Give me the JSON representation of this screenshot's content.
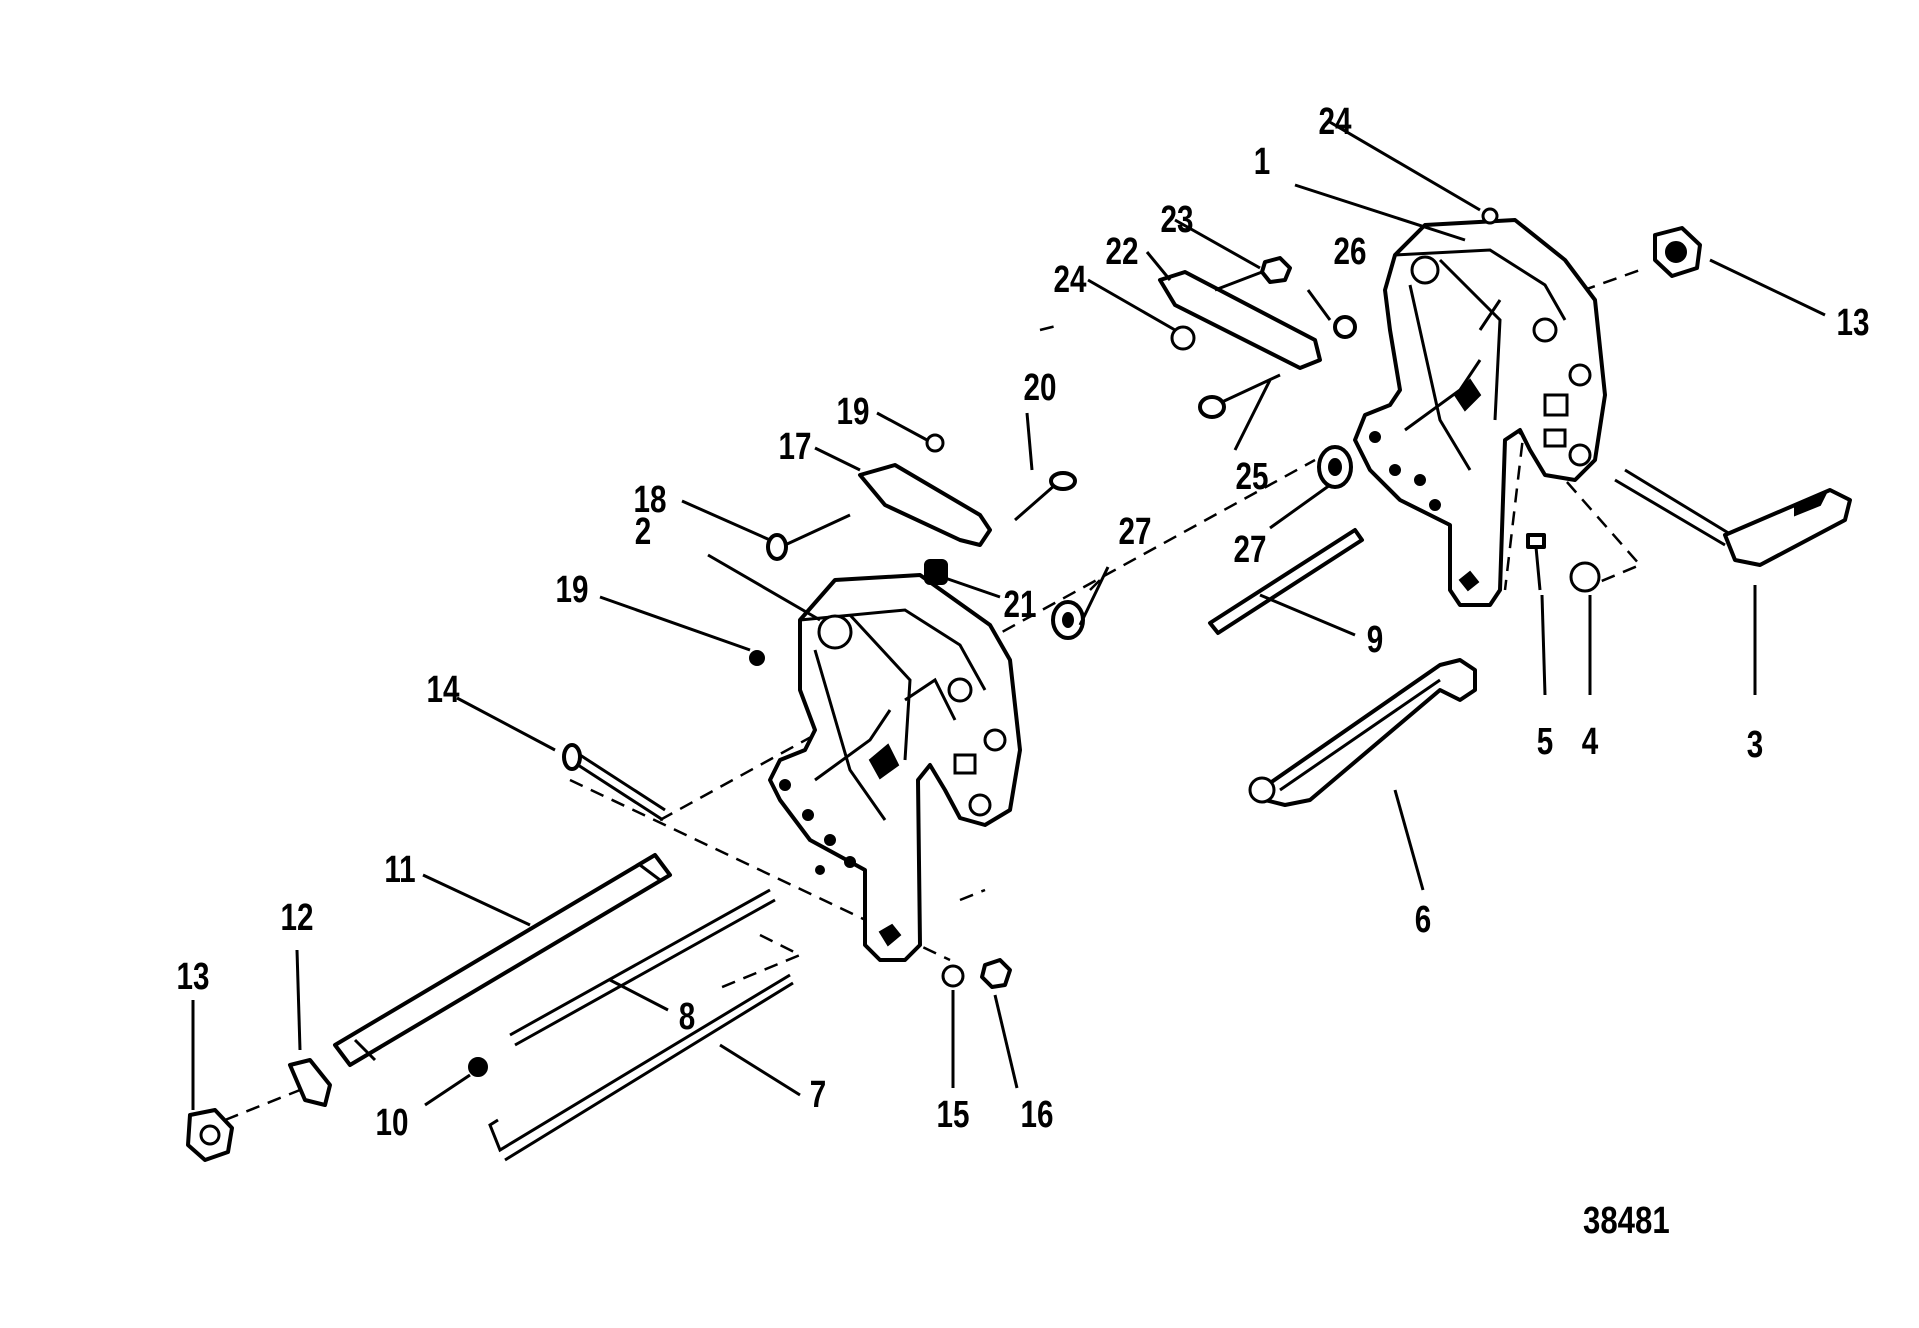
{
  "figure_number": "38481",
  "callouts": [
    "1",
    "2",
    "3",
    "4",
    "5",
    "6",
    "7",
    "8",
    "9",
    "10",
    "11",
    "12",
    "13",
    "13",
    "14",
    "15",
    "16",
    "17",
    "18",
    "19",
    "19",
    "20",
    "21",
    "22",
    "23",
    "24",
    "24",
    "25",
    "26",
    "27",
    "27"
  ]
}
